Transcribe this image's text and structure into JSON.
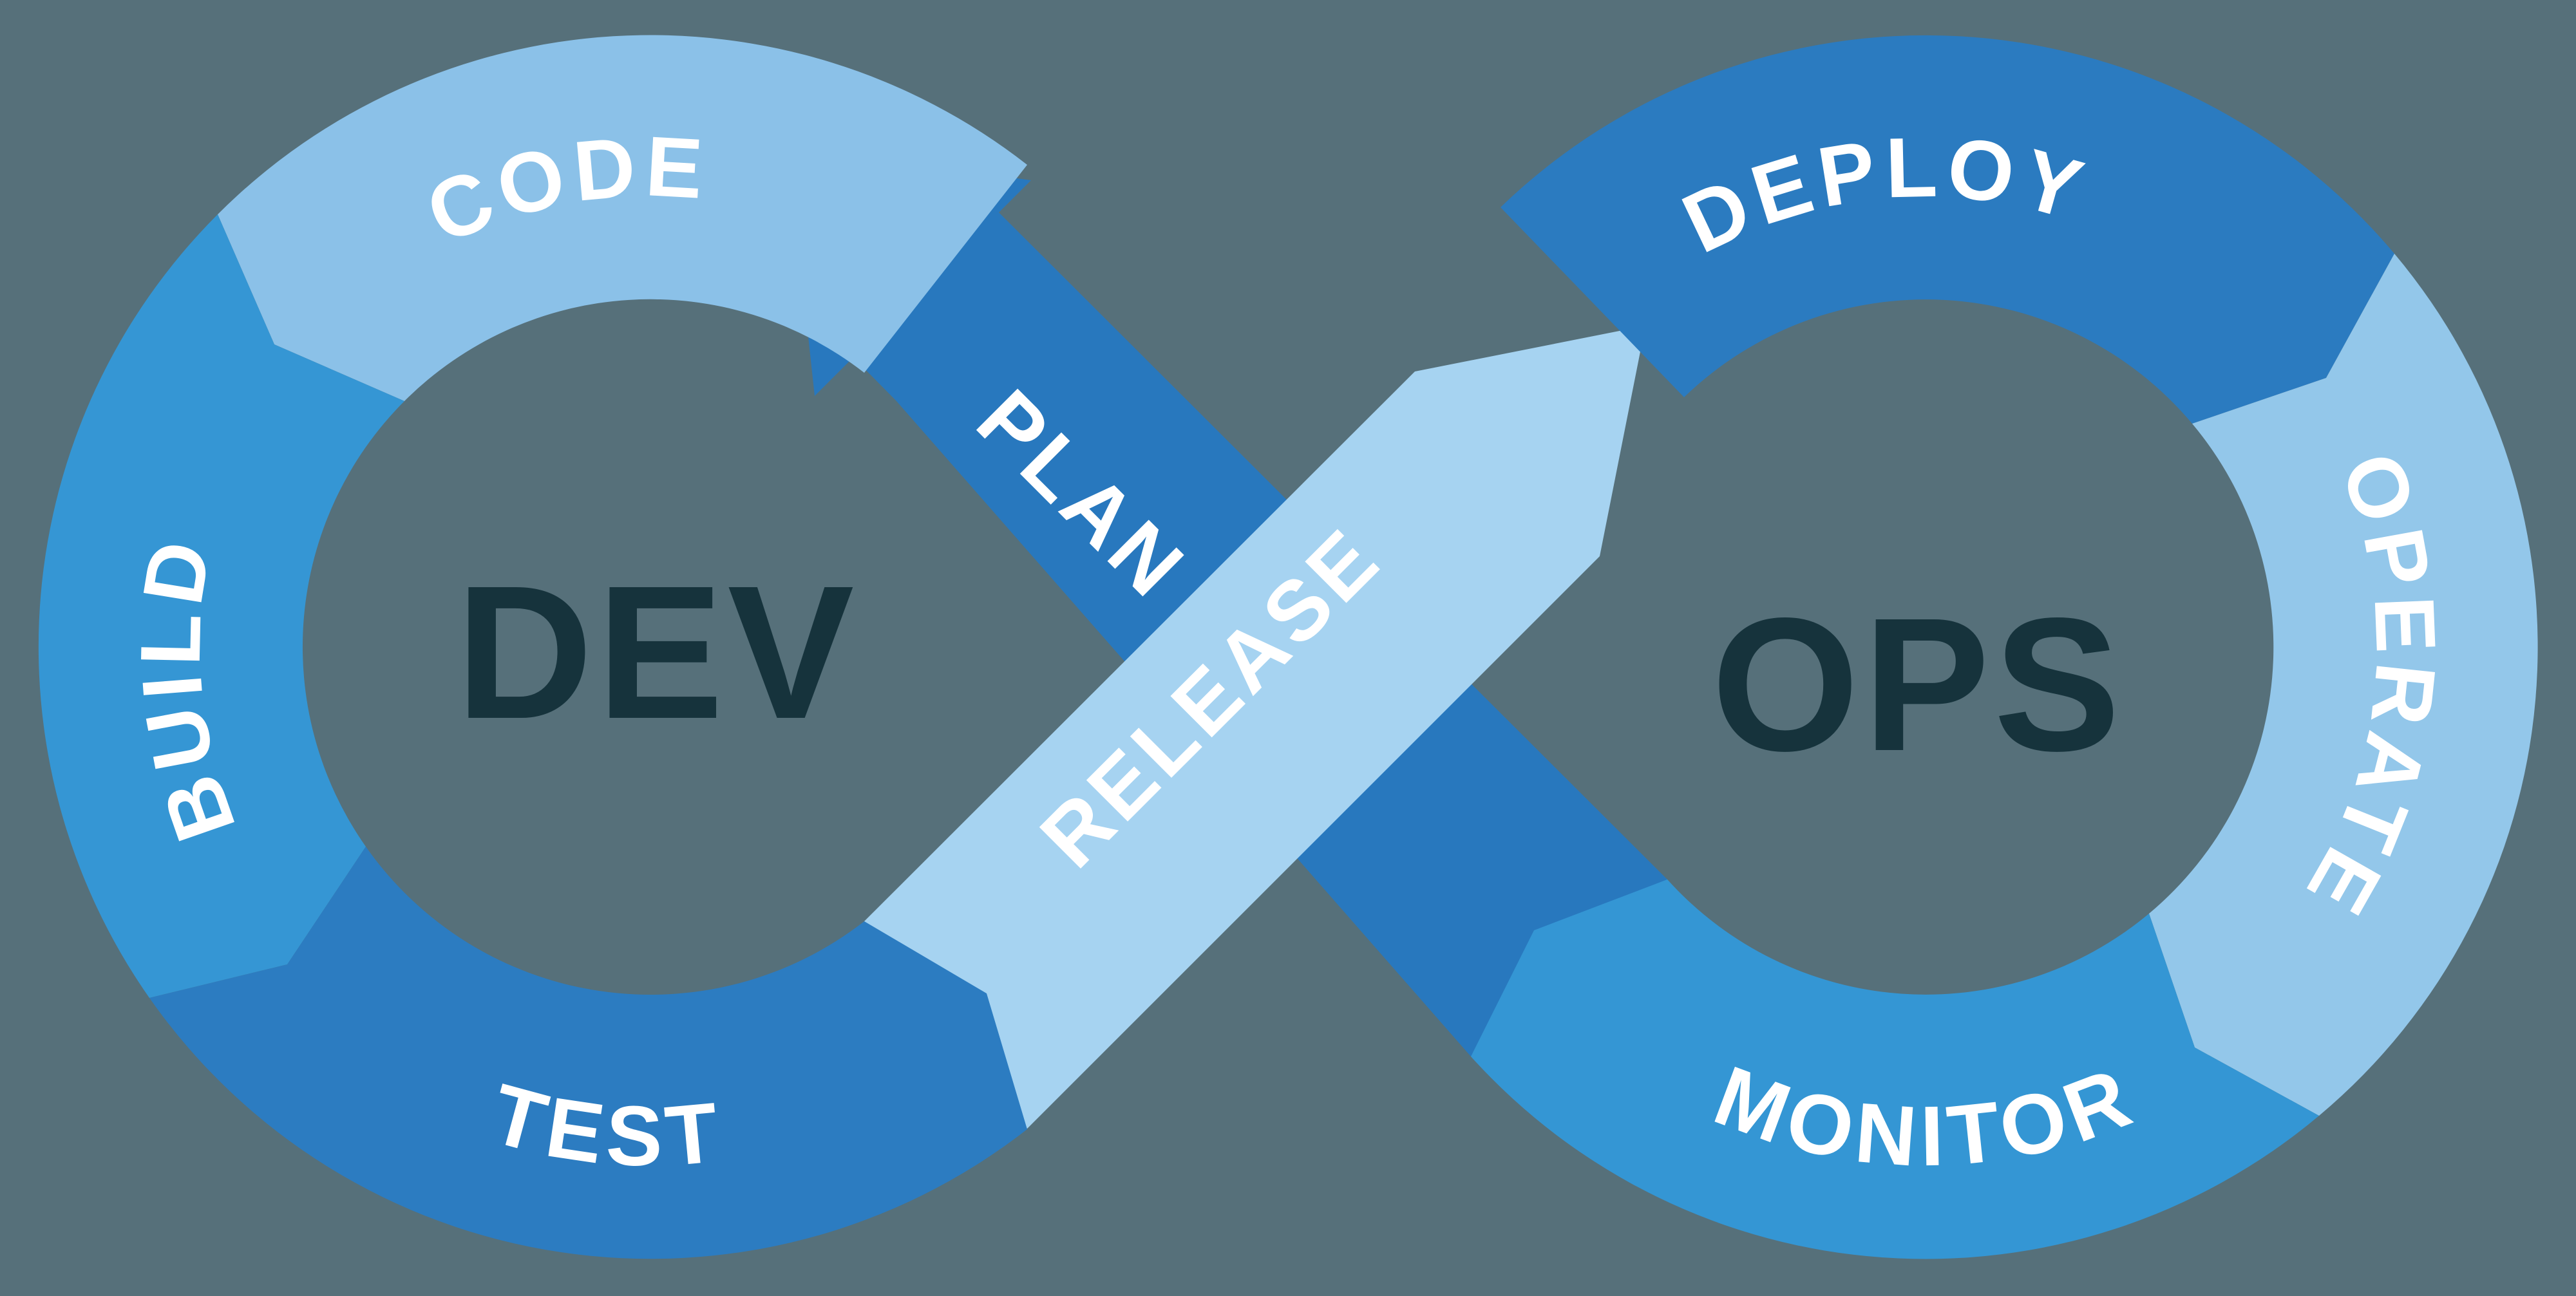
{
  "background_color": "#56707A",
  "label_color": "#FFFFFF",
  "title_color": "#16333C",
  "loop": {
    "dev_title": "DEV",
    "ops_title": "OPS",
    "segments": [
      {
        "id": "plan",
        "label": "PLAN",
        "color": "#2878BE"
      },
      {
        "id": "code",
        "label": "CODE",
        "color": "#8BC1E8"
      },
      {
        "id": "build",
        "label": "BUILD",
        "color": "#3596D4"
      },
      {
        "id": "test",
        "label": "TEST",
        "color": "#2C7CC1"
      },
      {
        "id": "release",
        "label": "RELEASE",
        "color": "#A6D3F1"
      },
      {
        "id": "deploy",
        "label": "DEPLOY",
        "color": "#2B7BC0"
      },
      {
        "id": "operate",
        "label": "OPERATE",
        "color": "#93C7EA"
      },
      {
        "id": "monitor",
        "label": "MONITOR",
        "color": "#3496D4"
      }
    ]
  }
}
